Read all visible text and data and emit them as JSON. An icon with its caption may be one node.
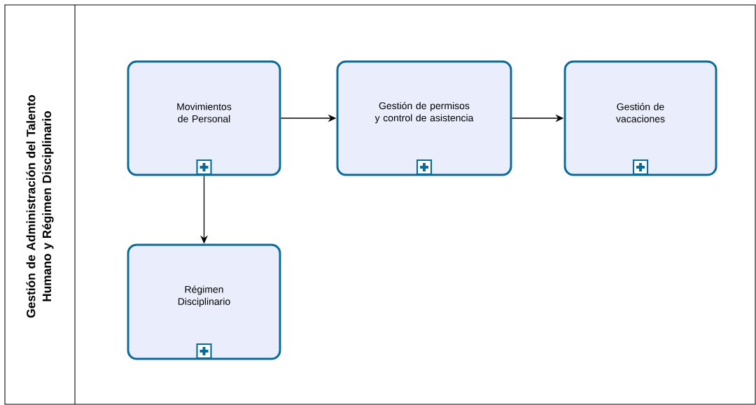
{
  "diagram": {
    "nodes": [
      {
        "text": [
          "Gestión de Administración del Talento Humano y Régimen Disciplinario"
        ]
      },
      {
        "text": [
          "Movimientos de Personal"
        ],
        "in": 0
      },
      {
        "text": [
          "Gestión de permisos y control de asistencia"
        ],
        "in": 0
      },
      {
        "text": [
          "Gestión de vacaciones"
        ],
        "in": 0
      },
      {
        "text": [
          "Régimen Disciplinario"
        ],
        "in": 0
      }
    ],
    "edges": [
      {
        "from": 1,
        "to": 2,
        "arrow": "to"
      },
      {
        "from": 2,
        "to": 3,
        "arrow": "to"
      },
      {
        "from": 1,
        "to": 4,
        "arrow": "to"
      }
    ]
  }
}
